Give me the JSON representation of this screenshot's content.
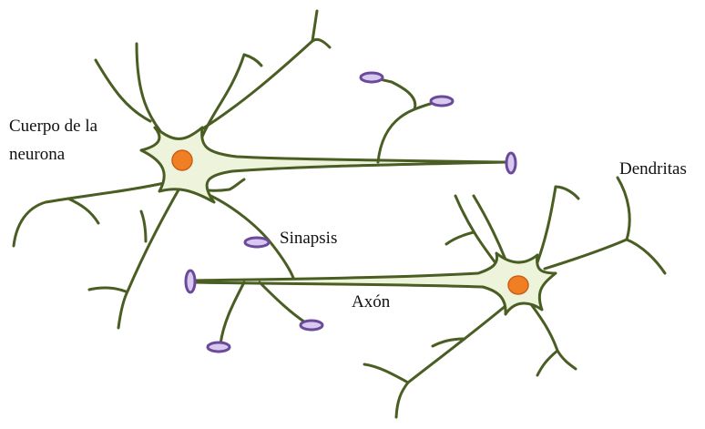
{
  "labels": {
    "cell_body_line1": "Cuerpo de la",
    "cell_body_line2": "neurona",
    "dendrites": "Dendritas",
    "synapse": "Sinapsis",
    "axon": "Axón"
  },
  "colors": {
    "neuron_stroke": "#4a5d23",
    "soma_fill": "#eef3dc",
    "nucleus": "#f07f24",
    "terminal_fill": "#d9c8f0",
    "terminal_stroke": "#6a4a9a"
  }
}
